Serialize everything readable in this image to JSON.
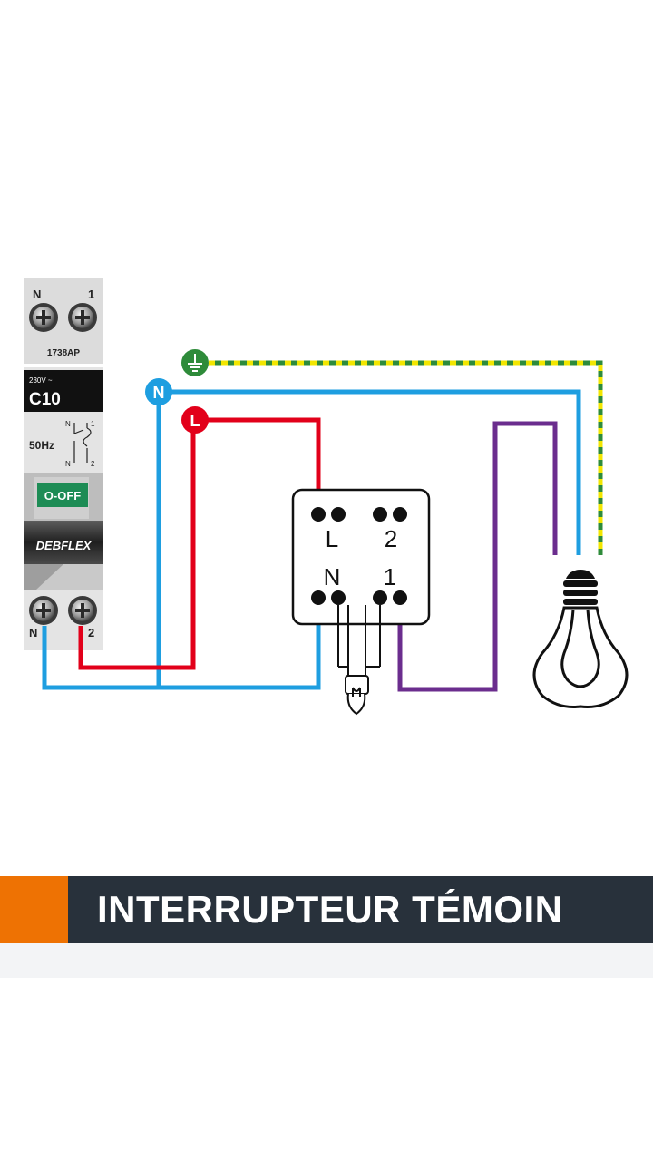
{
  "breaker": {
    "top_terminal_left": "N",
    "top_terminal_right": "1",
    "model": "1738AP",
    "voltage": "230V ~",
    "rating": "C10",
    "frequency": "50Hz",
    "symbol_n_top": "N",
    "symbol_1": "1",
    "symbol_n_bottom": "N",
    "symbol_2": "2",
    "state_label": "O-OFF",
    "brand": "DEBFLEX",
    "bottom_terminal_left": "N",
    "bottom_terminal_right": "2"
  },
  "wires": {
    "earth_badge": "earth-symbol",
    "neutral_badge": "N",
    "live_badge": "L",
    "colors": {
      "live": "#e2001a",
      "neutral": "#1e9ee0",
      "switched": "#6b2d8e",
      "earth_green": "#2e8b3a",
      "earth_yellow": "#f2e600"
    }
  },
  "switch": {
    "label_L": "L",
    "label_2": "2",
    "label_N": "N",
    "label_1": "1"
  },
  "lamp": {
    "icon": "light-bulb-icon"
  },
  "indicator": {
    "icon": "pilot-lamp-icon"
  },
  "title": "INTERRUPTEUR TÉMOIN",
  "colors": {
    "accent": "#ee7203",
    "title_bg": "#28313b"
  }
}
